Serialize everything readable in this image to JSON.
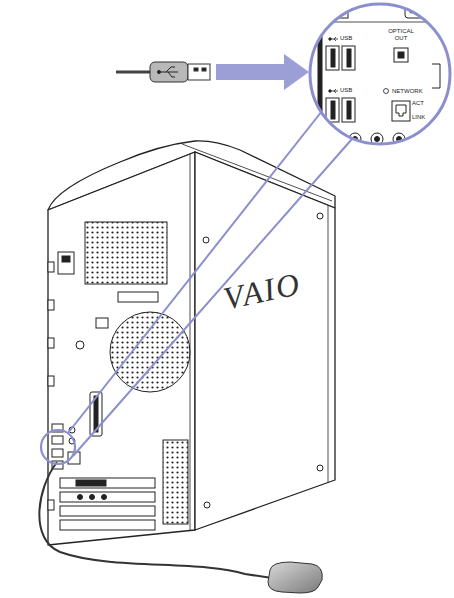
{
  "diagram": {
    "labels": [
      "USB",
      "OPTICAL OUT",
      "USB",
      "NETWORK",
      "ACT",
      "LINK",
      "VAIO"
    ]
  }
}
